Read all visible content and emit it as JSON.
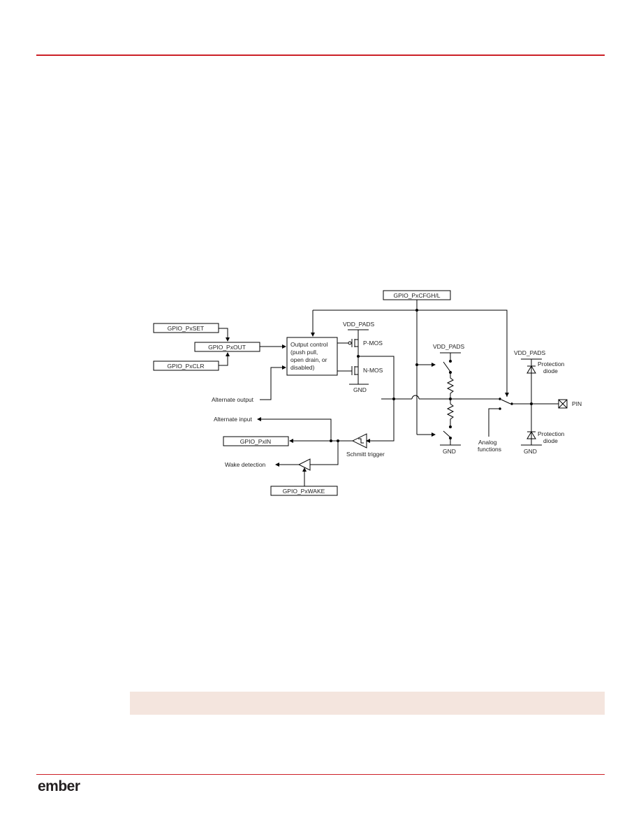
{
  "brand": {
    "logo_text": "ember",
    "accent_color": "#cc1f26"
  },
  "diagram": {
    "register_cfg": "GPIO_PxCFGH/L",
    "register_set": "GPIO_PxSET",
    "register_out": "GPIO_PxOUT",
    "register_clr": "GPIO_PxCLR",
    "register_in": "GPIO_PxIN",
    "register_wake": "GPIO_PxWAKE",
    "output_control": [
      "Output control",
      "(push pull,",
      "open drain, or",
      "disabled)"
    ],
    "vdd_pads_1": "VDD_PADS",
    "vdd_pads_2": "VDD_PADS",
    "vdd_pads_3": "VDD_PADS",
    "pmos": "P-MOS",
    "nmos": "N-MOS",
    "gnd_1": "GND",
    "gnd_2": "GND",
    "gnd_3": "GND",
    "alternate_output": "Alternate output",
    "alternate_input": "Alternate input",
    "schmitt_trigger": "Schmitt trigger",
    "wake_detection": "Wake detection",
    "analog_functions": [
      "Analog",
      "functions"
    ],
    "protection_diode_top": [
      "Protection",
      "diode"
    ],
    "protection_diode_bottom": [
      "Protection",
      "diode"
    ],
    "pin": "PIN"
  }
}
